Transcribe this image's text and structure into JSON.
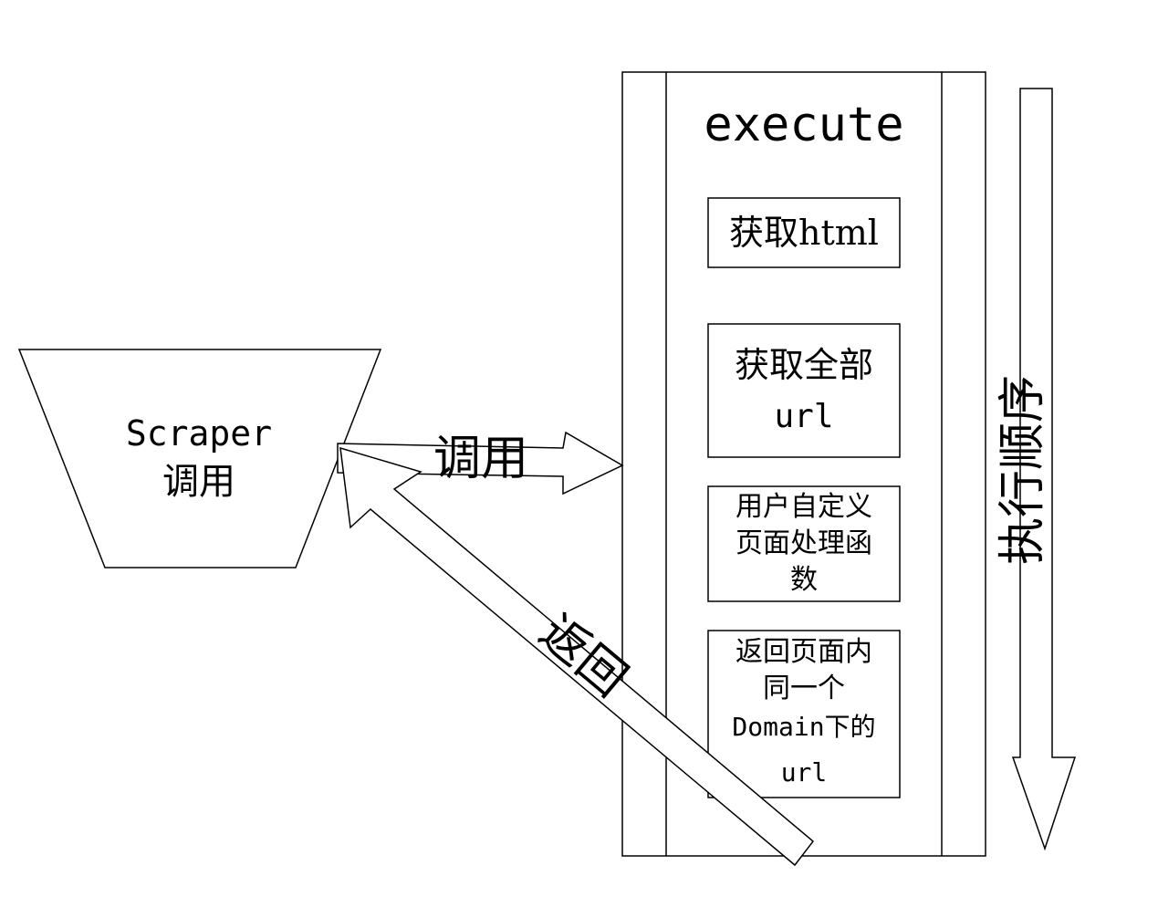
{
  "scraper": {
    "line1": "Scraper",
    "line2": "调用"
  },
  "arrows": {
    "call_label": "调用",
    "return_label": "返回",
    "order_label": "执行顺序"
  },
  "execute": {
    "title": "execute",
    "steps": [
      {
        "lines": [
          "获取html"
        ]
      },
      {
        "lines": [
          "获取全部",
          "url"
        ]
      },
      {
        "lines": [
          "用户自定义",
          "页面处理函",
          "数"
        ]
      },
      {
        "lines": [
          "返回页面内",
          "同一个",
          "Domain下的",
          "url"
        ]
      }
    ]
  }
}
